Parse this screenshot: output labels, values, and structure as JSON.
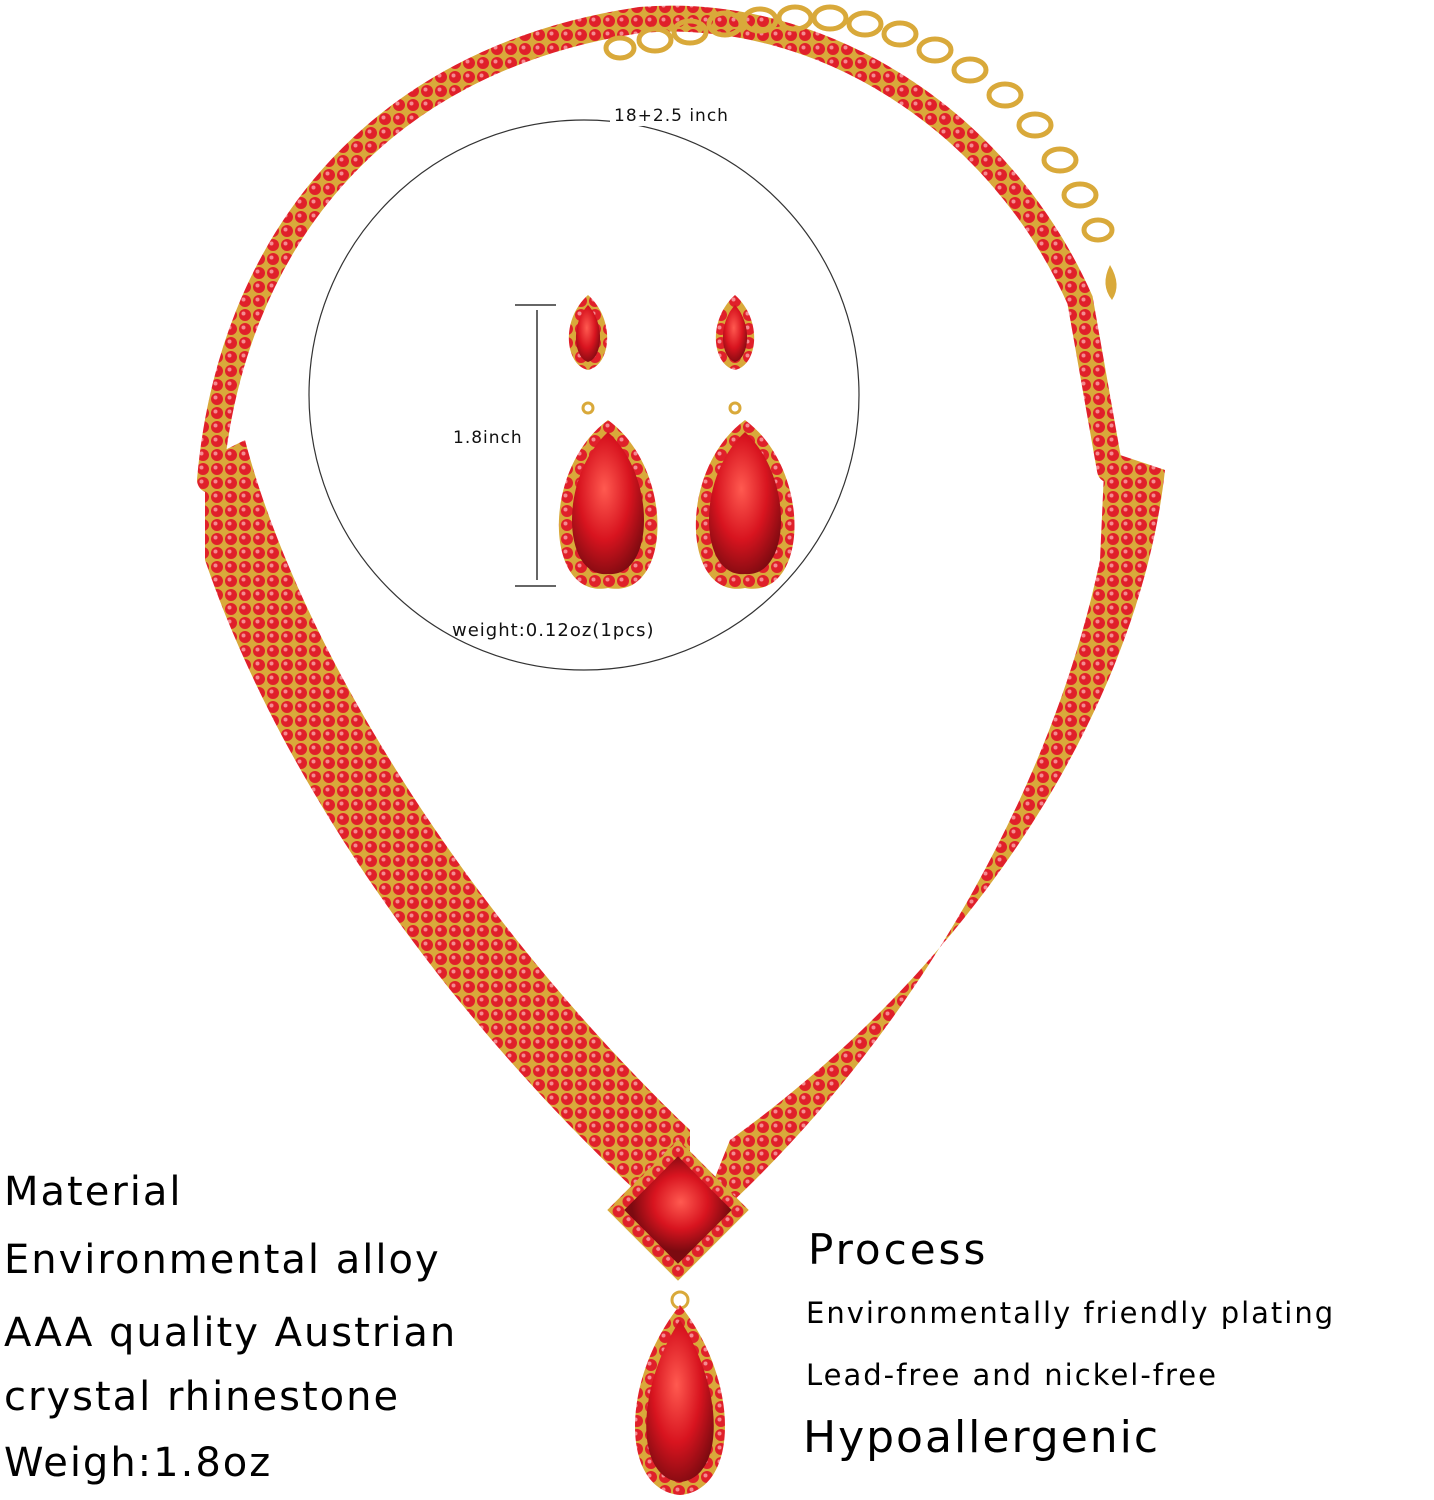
{
  "product": {
    "necklace_length_label": "18+2.5 inch",
    "earring_height_label": "1.8inch",
    "earring_weight_label": "weight:0.12oz(1pcs)"
  },
  "material": {
    "heading": "Material",
    "lines": [
      "Environmental alloy",
      "AAA quality Austrian",
      "crystal rhinestone",
      "Weigh:1.8oz"
    ]
  },
  "process": {
    "heading": "Process",
    "lines": [
      "Environmentally friendly plating",
      "Lead-free and nickel-free"
    ],
    "highlight": "Hypoallergenic"
  },
  "colors": {
    "stone_red": "#e0202a",
    "stone_dark": "#9e0d14",
    "stone_light": "#f26b73",
    "gold": "#d9a93a",
    "background": "#ffffff"
  }
}
